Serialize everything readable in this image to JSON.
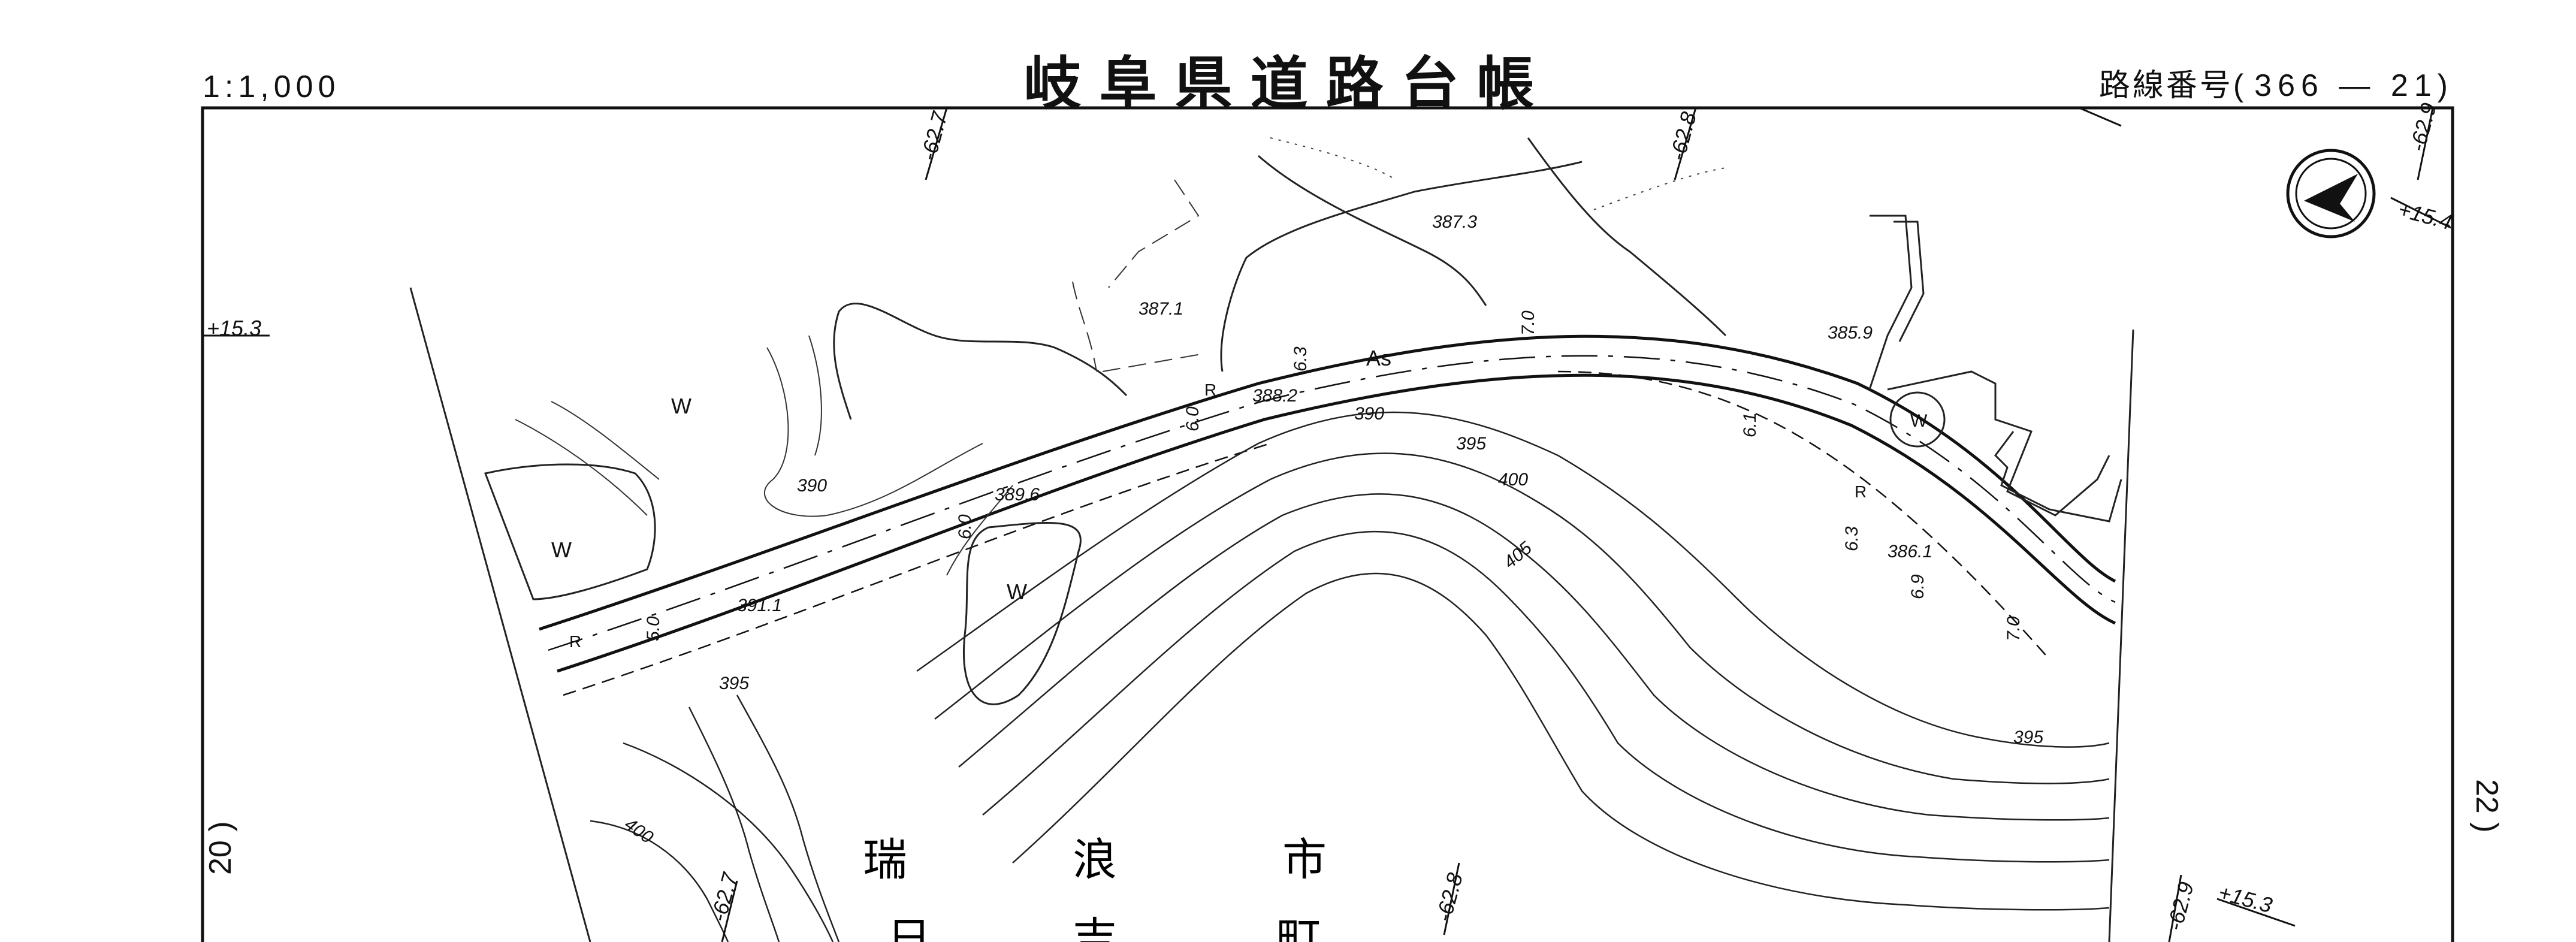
{
  "sheet": {
    "title": "岐阜県道路台帳",
    "scale": "1:1,000",
    "route_label": "路線番号",
    "route_number": "366 — 21",
    "route_open": "(",
    "route_close": ")",
    "adjacent_left": "20 )",
    "adjacent_right": "22 )"
  },
  "map": {
    "place_name_chars": [
      "瑞",
      "浪",
      "市"
    ],
    "partial_chars": [
      "日",
      "吉",
      "町"
    ],
    "grid_labels": [
      "-62.7",
      "-62.8",
      "-62.9",
      "+15.3",
      "+15.4",
      "-62.7",
      "-62.8",
      "-62.9",
      "+15.3"
    ],
    "spot_heights": [
      "387.3",
      "387.1",
      "385.9",
      "388.2",
      "389.6",
      "391.1",
      "386.1"
    ],
    "contour_labels": [
      "390",
      "390",
      "395",
      "400",
      "405",
      "395",
      "395",
      "400"
    ],
    "road_widths": [
      "6.3",
      "7.0",
      "6.0",
      "6.0",
      "5.0",
      "6.3",
      "6.9",
      "6.1",
      "7.0"
    ],
    "surface_label": "As",
    "water_label": "W",
    "rail_label": "R",
    "north_arrow": "compass-north-arrow-icon"
  }
}
